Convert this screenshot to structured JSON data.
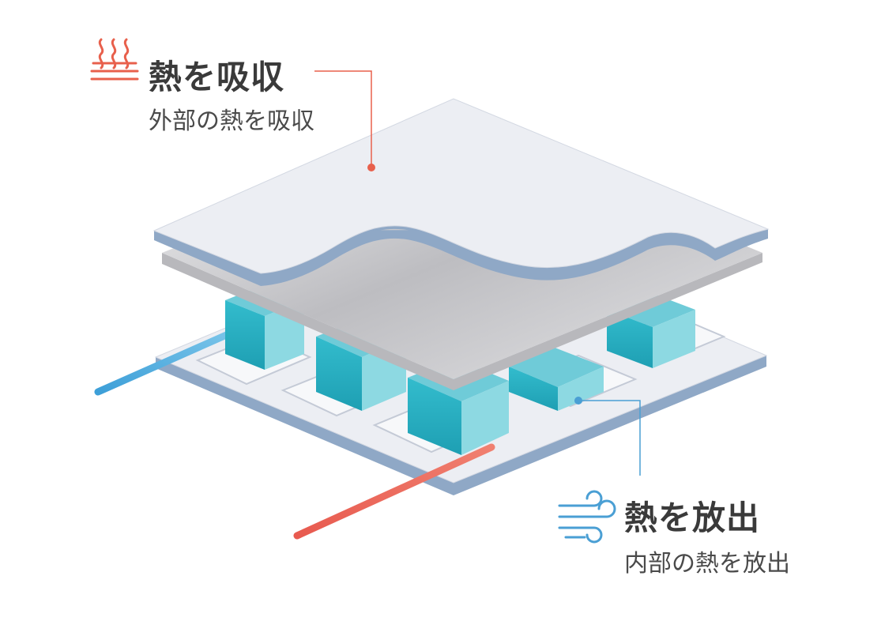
{
  "absorb": {
    "title": "熱を吸収",
    "subtitle": "外部の熱を吸収",
    "icon": "heat-waves-icon",
    "color": "#e8604c"
  },
  "release": {
    "title": "熱を放出",
    "subtitle": "内部の熱を放出",
    "icon": "wind-icon",
    "color": "#4a9fd4"
  },
  "colors": {
    "plate_top": "#eceef3",
    "plate_edge": "#8aa4c4",
    "inner_plate": "#c9c9cc",
    "block_front": "#2cb3c6",
    "block_side": "#8dd9e2",
    "wire_blue": "#4aa8dc",
    "wire_red": "#ec6a5c"
  }
}
